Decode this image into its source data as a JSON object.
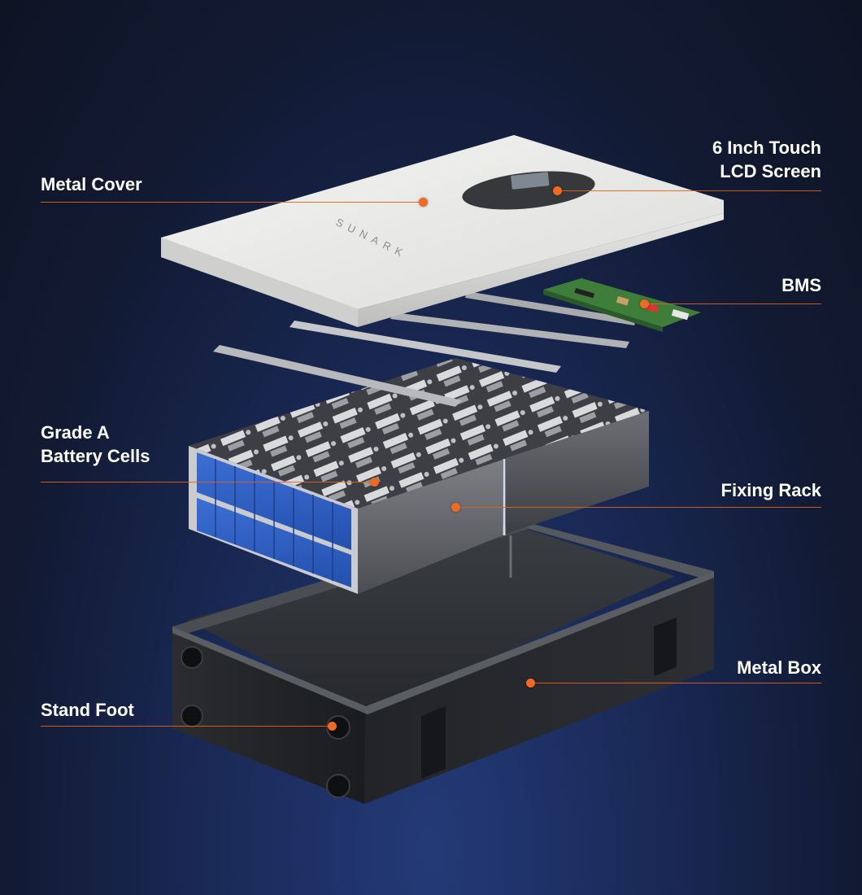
{
  "brand_logo_text": "SUNARK",
  "colors": {
    "accent": "#f26a21",
    "background": "#141c36",
    "cell_blue": "#2f5fc4"
  },
  "callouts": [
    {
      "id": "metal-cover",
      "lines": [
        "Metal Cover"
      ]
    },
    {
      "id": "lcd-screen",
      "lines": [
        "6 Inch Touch",
        "LCD Screen"
      ]
    },
    {
      "id": "bms",
      "lines": [
        "BMS"
      ]
    },
    {
      "id": "battery-cells",
      "lines": [
        "Grade A",
        "Battery Cells"
      ]
    },
    {
      "id": "fixing-rack",
      "lines": [
        "Fixing Rack"
      ]
    },
    {
      "id": "metal-box",
      "lines": [
        "Metal Box"
      ]
    },
    {
      "id": "stand-foot",
      "lines": [
        "Stand Foot"
      ]
    }
  ]
}
